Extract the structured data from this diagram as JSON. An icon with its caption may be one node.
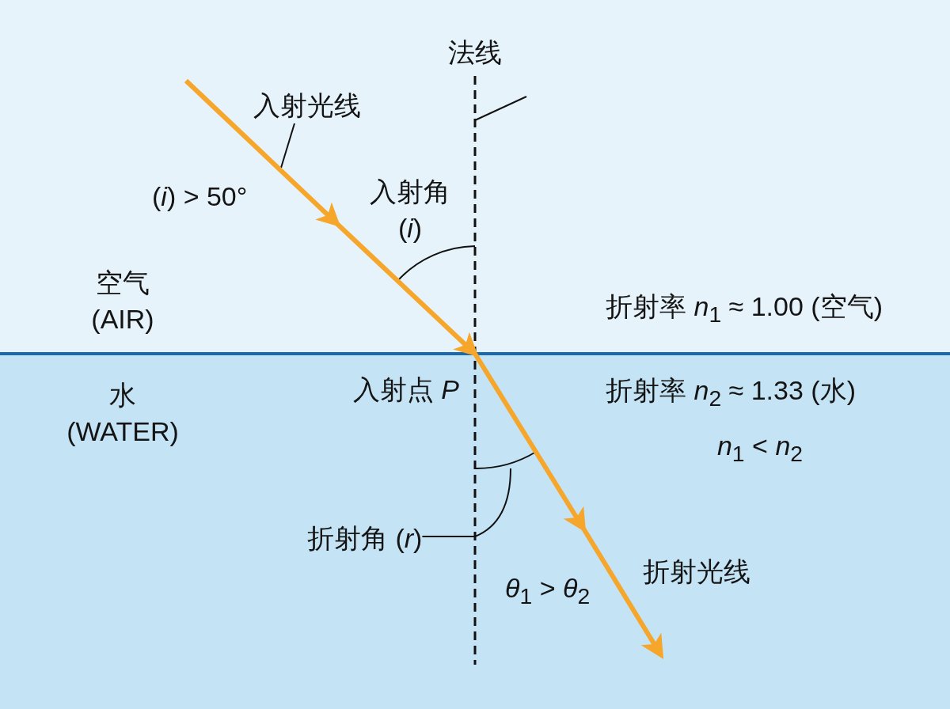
{
  "diagram": {
    "nodes": [
      {
        "text": [
          "入射光线"
        ]
      },
      {
        "text": [
          "折射角 (*r*)"
        ]
      },
      {
        "text": [
          "入射点 *P*"
        ]
      },
      {
        "text": [],
        "shape": "arc"
      }
    ],
    "edges": [
      {
        "from": 0,
        "to": null,
        "arrow": "none"
      },
      {
        "from": 1,
        "to": 3,
        "arrow": "none"
      },
      {
        "from": null,
        "to": 2,
        "arrow": "to",
        "color": "#f5a62b",
        "style": "thick"
      },
      {
        "from": 2,
        "to": null,
        "arrow": "to",
        "color": "#f5a62b",
        "style": "thick"
      }
    ],
    "labels": [
      "法线",
      "(*i*) > 50°",
      "入射角 (*i*)",
      "空气 (AIR)",
      "水 (WATER)",
      "折射率 *n*$_{1}$ ≈ 1.00 (空气)",
      "折射率 *n*$_{2}$ ≈ 1.33 (水)",
      "*n*$_{1}$ < *n*$_{2}$",
      "*θ*$_{1}$ > *θ*$_{2}$",
      "折射光线"
    ]
  }
}
